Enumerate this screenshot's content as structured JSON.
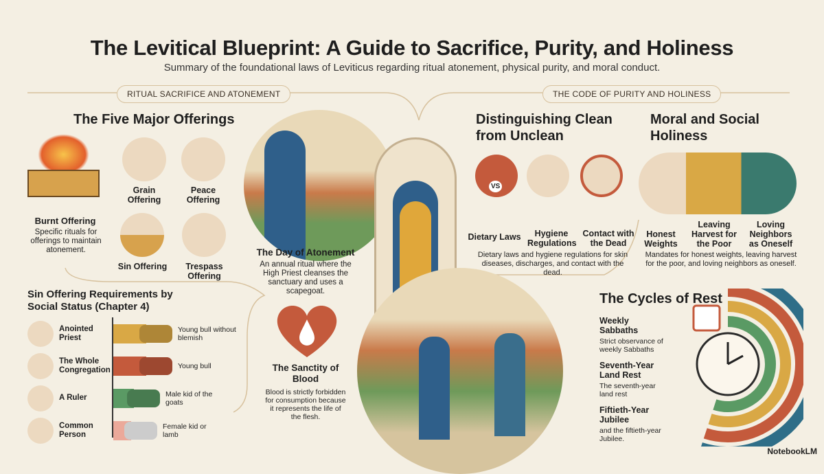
{
  "title": "The Levitical Blueprint: A Guide to Sacrifice, Purity, and Holiness",
  "subtitle": "Summary of the foundational laws of Leviticus regarding ritual atonement, physical purity, and moral conduct.",
  "left_section": {
    "pill": "RITUAL SACRIFICE AND ATONEMENT",
    "offerings_heading": "The Five Major Offerings",
    "burnt": {
      "label": "Burnt Offering",
      "desc": "Specific rituals for offerings to maintain atonement."
    },
    "grain": "Grain Offering",
    "peace": "Peace Offering",
    "sin": "Sin Offering",
    "trespass": "Trespass Offering",
    "atonement": {
      "label": "The Day of Atonement",
      "desc": "An annual ritual where the High Priest cleanses the sanctuary and uses a scapegoat."
    },
    "requirements": {
      "heading": "Sin Offering Requirements by Social Status (Chapter 4)",
      "rows": [
        {
          "status": "Anointed Priest",
          "offering": "Young bull without blemish",
          "color": "#d9a845",
          "level": 0.9
        },
        {
          "status": "The Whole Congregation",
          "offering": "Young bull",
          "color": "#c45a3c",
          "level": 0.9
        },
        {
          "status": "A Ruler",
          "offering": "Male kid of the goats",
          "color": "#5a9a64",
          "level": 0.45
        },
        {
          "status": "Common Person",
          "offering": "Female kid or lamb",
          "color": "#eba99a",
          "level": 0.35
        }
      ]
    },
    "blood": {
      "label": "The Sanctity of Blood",
      "desc": "Blood is strictly forbidden for consumption because it represents the life of the flesh."
    }
  },
  "right_section": {
    "pill": "THE CODE OF PURITY AND HOLINESS",
    "clean": {
      "heading": "Distinguishing Clean from Unclean",
      "items": [
        "Dietary Laws",
        "Hygiene Regulations",
        "Contact with the Dead"
      ],
      "vs": "VS",
      "desc": "Dietary laws and hygiene regulations for skin diseases, discharges, and contact with the dead."
    },
    "moral": {
      "heading": "Moral and Social Holiness",
      "items": [
        "Honest Weights",
        "Leaving Harvest for the Poor",
        "Loving Neighbors as Oneself"
      ],
      "desc": "Mandates for honest weights, leaving harvest for the poor, and loving neighbors as oneself."
    },
    "rest": {
      "heading": "The Cycles of Rest",
      "items": [
        {
          "title": "Weekly Sabbaths",
          "desc": "Strict observance of weekly Sabbaths"
        },
        {
          "title": "Seventh-Year Land Rest",
          "desc": "The seventh-year land rest"
        },
        {
          "title": "Fiftieth-Year Jubilee",
          "desc": "and the fiftieth-year Jubilee."
        }
      ],
      "ring_colors": [
        "#2f6e88",
        "#c45a3c",
        "#d9a845",
        "#5a9a64"
      ]
    }
  },
  "brand": "NotebookLM"
}
